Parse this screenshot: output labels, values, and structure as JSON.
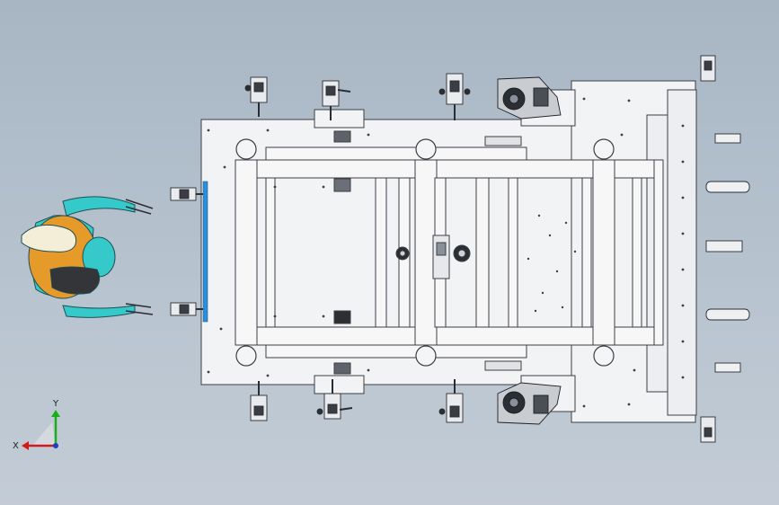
{
  "viewport": {
    "background_top": "#a8b6c4",
    "background_bottom": "#c3ccd6"
  },
  "scene": {
    "subject": "welding-fixture-top-view",
    "operator": "operator-figure",
    "colors": {
      "frame": "#f2f3f5",
      "line": "#3c3f44",
      "robot_teal": "#36c9c9",
      "robot_orange": "#e59a2a",
      "blue_edge": "#2a8fd8"
    }
  },
  "triad": {
    "x_label": "X",
    "y_label": "Y",
    "x_color": "#d11b1b",
    "y_color": "#18b018",
    "z_color": "#1a3fc8"
  }
}
